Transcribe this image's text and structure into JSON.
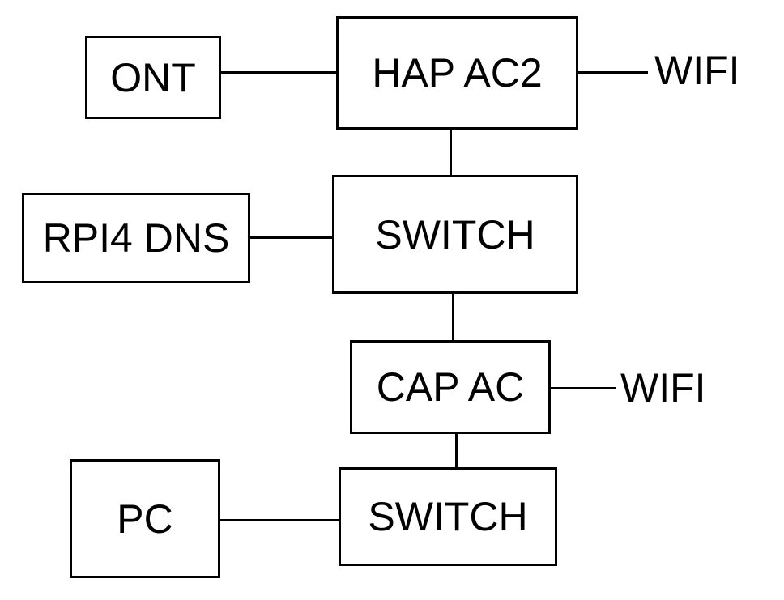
{
  "nodes": {
    "ont": "ONT",
    "hap_ac2": "HAP AC2",
    "rpi4_dns": "RPI4 DNS",
    "switch_main": "SWITCH",
    "cap_ac": "CAP AC",
    "pc": "PC",
    "switch_lower": "SWITCH"
  },
  "labels": {
    "wifi_hap": "WIFI",
    "wifi_cap": "WIFI"
  }
}
